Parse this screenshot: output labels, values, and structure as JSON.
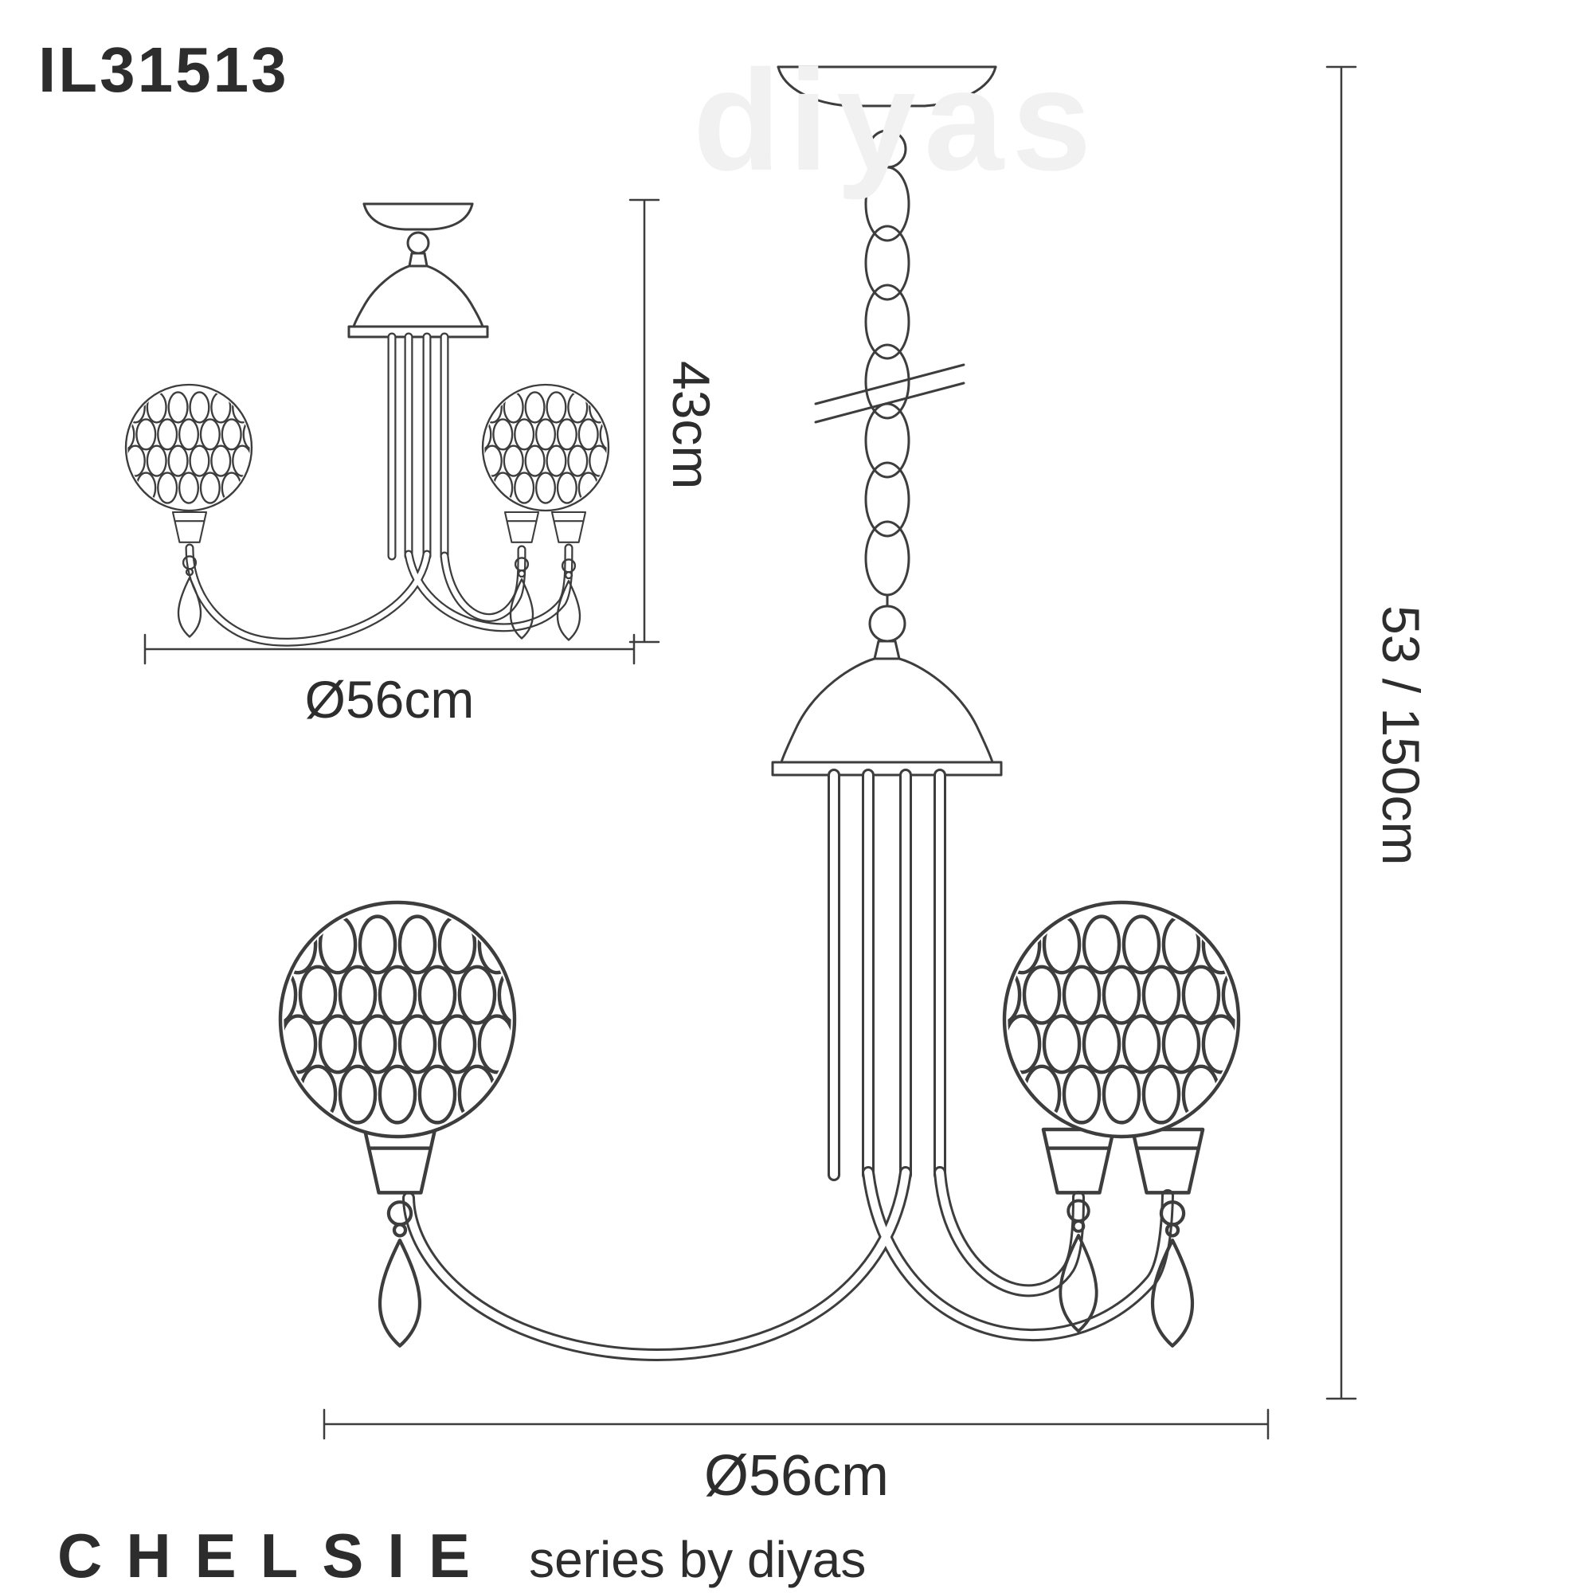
{
  "colors": {
    "background": "#ffffff",
    "line": "#3d3d3d",
    "text": "#2d2d2d",
    "watermark": "#f1f1f1"
  },
  "header": {
    "model_code": "IL31513",
    "brand_watermark": "diyas"
  },
  "dimensions": {
    "small_view_height": "43cm",
    "small_view_diameter": "Ø56cm",
    "large_view_height": "53 / 150cm",
    "large_view_diameter": "Ø56cm"
  },
  "footer": {
    "series_name": "CHELSIE",
    "byline": "series by diyas"
  }
}
